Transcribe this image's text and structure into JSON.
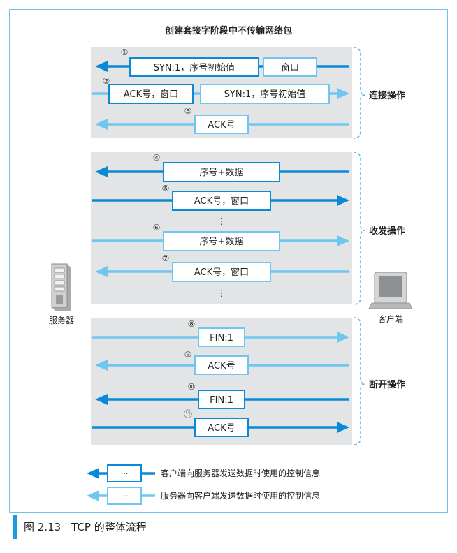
{
  "title": "创建套接字阶段中不传输网络包",
  "server_label": "服务器",
  "client_label": "客户端",
  "sections": [
    {
      "label": "连接操作"
    },
    {
      "label": "收发操作"
    },
    {
      "label": "断开操作"
    }
  ],
  "steps": {
    "s1": {
      "num": "①",
      "box_a": "SYN:1，序号初始值",
      "box_b": "窗口"
    },
    "s2": {
      "num": "②",
      "box_a": "ACK号，窗口",
      "box_b": "SYN:1，序号初始值"
    },
    "s3": {
      "num": "③",
      "box_a": "ACK号"
    },
    "s4": {
      "num": "④",
      "box_a": "序号+数据"
    },
    "s5": {
      "num": "⑤",
      "box_a": "ACK号，窗口"
    },
    "s6": {
      "num": "⑥",
      "box_a": "序号+数据"
    },
    "s7": {
      "num": "⑦",
      "box_a": "ACK号，窗口"
    },
    "s8": {
      "num": "⑧",
      "box_a": "FIN:1"
    },
    "s9": {
      "num": "⑨",
      "box_a": "ACK号"
    },
    "s10": {
      "num": "⑩",
      "box_a": "FIN:1"
    },
    "s11": {
      "num": "⑪",
      "box_a": "ACK号"
    }
  },
  "ellipsis": "⋮",
  "legend": {
    "box_text": "···",
    "client_to_server": "客户端向服务器发送数据时使用的控制信息",
    "server_to_client": "服务器向客户端发送数据时使用的控制信息"
  },
  "caption": "图 2.13　TCP 的整体流程",
  "colors": {
    "dark_arrow": "#0a8ad6",
    "light_arrow": "#6ec6f1",
    "panel": "#e3e4e5",
    "frame": "#3aaee8",
    "brace": "#4cb8ec"
  }
}
